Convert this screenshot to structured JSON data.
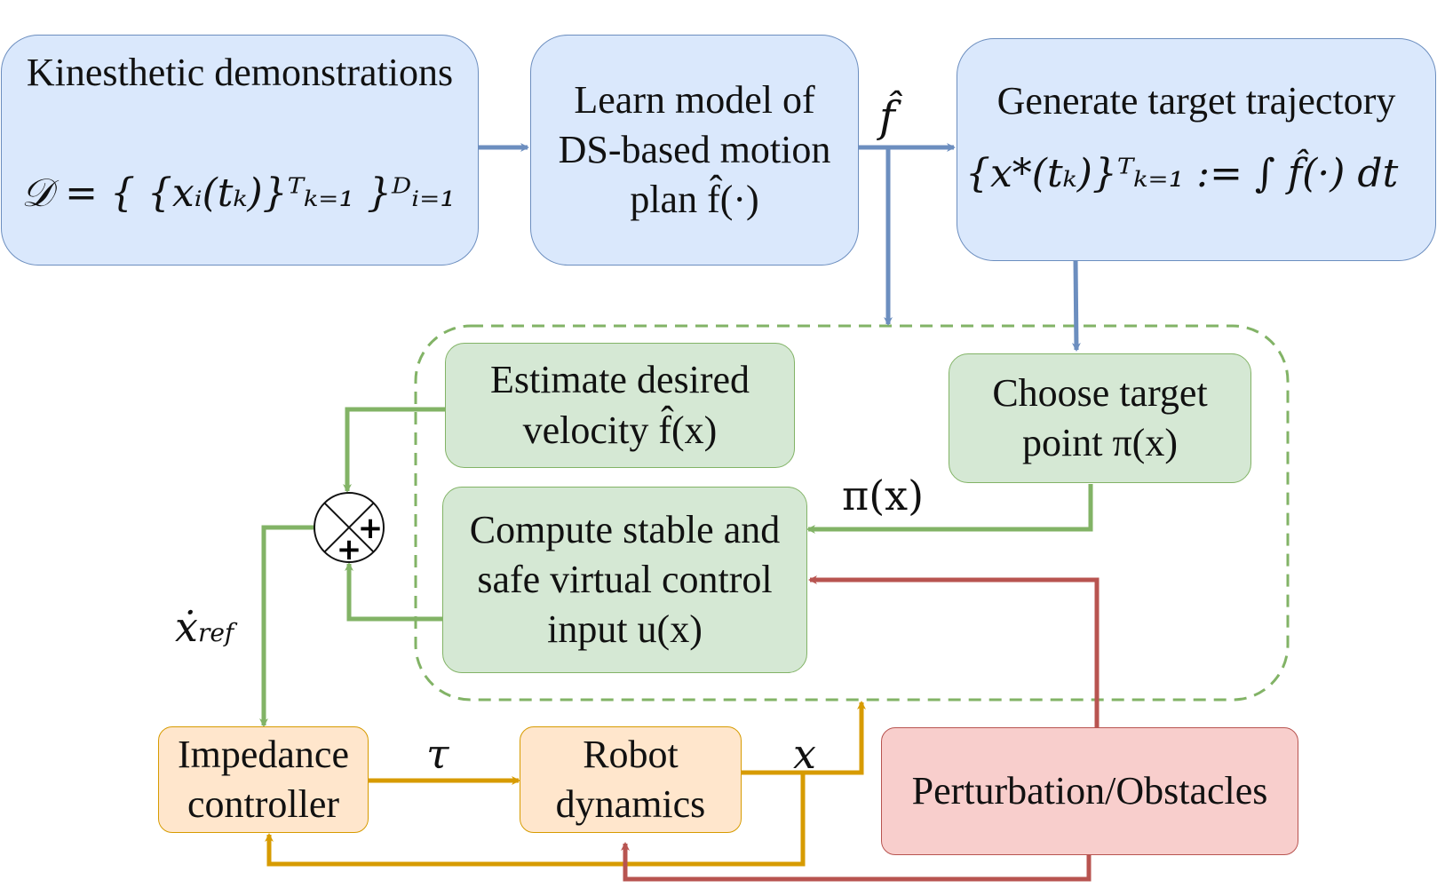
{
  "blocks": {
    "demos": {
      "title": "Kinesthetic demonstrations",
      "formula": "𝒟 = { {xᵢ(tₖ)}ᵀₖ₌₁ }ᴰᵢ₌₁"
    },
    "learn": {
      "line1": "Learn model of",
      "line2": "DS-based motion",
      "line3": "plan f̂(·)"
    },
    "generate": {
      "title": "Generate target trajectory",
      "formula": "{x*(tₖ)}ᵀₖ₌₁ := ∫ f̂(·) dt"
    },
    "estimate": {
      "line1": "Estimate desired",
      "line2": "velocity f̂(x)"
    },
    "choose": {
      "line1": "Choose target",
      "line2": "point π(x)"
    },
    "compute": {
      "line1": "Compute stable and",
      "line2": "safe  virtual control",
      "line3": "input u(x)"
    },
    "impedance": {
      "line1": "Impedance",
      "line2": "controller"
    },
    "robot": {
      "line1": "Robot",
      "line2": "dynamics"
    },
    "perturbation": {
      "label": "Perturbation/Obstacles"
    }
  },
  "labels": {
    "f_hat": "f̂",
    "pi_x": "π(x)",
    "x_dot_ref": "ẋ",
    "x_dot_ref_sub": "ref",
    "tau": "τ",
    "x": "x",
    "plus_right": "+",
    "plus_bottom": "+"
  },
  "colors": {
    "blue_fill": "#dae8fc",
    "blue_stroke": "#6c8ebf",
    "green_fill": "#d5e8d4",
    "green_stroke": "#82b366",
    "orange_fill": "#ffe6cc",
    "orange_stroke": "#d79b00",
    "red_fill": "#f8cecc",
    "red_stroke": "#b85450"
  }
}
